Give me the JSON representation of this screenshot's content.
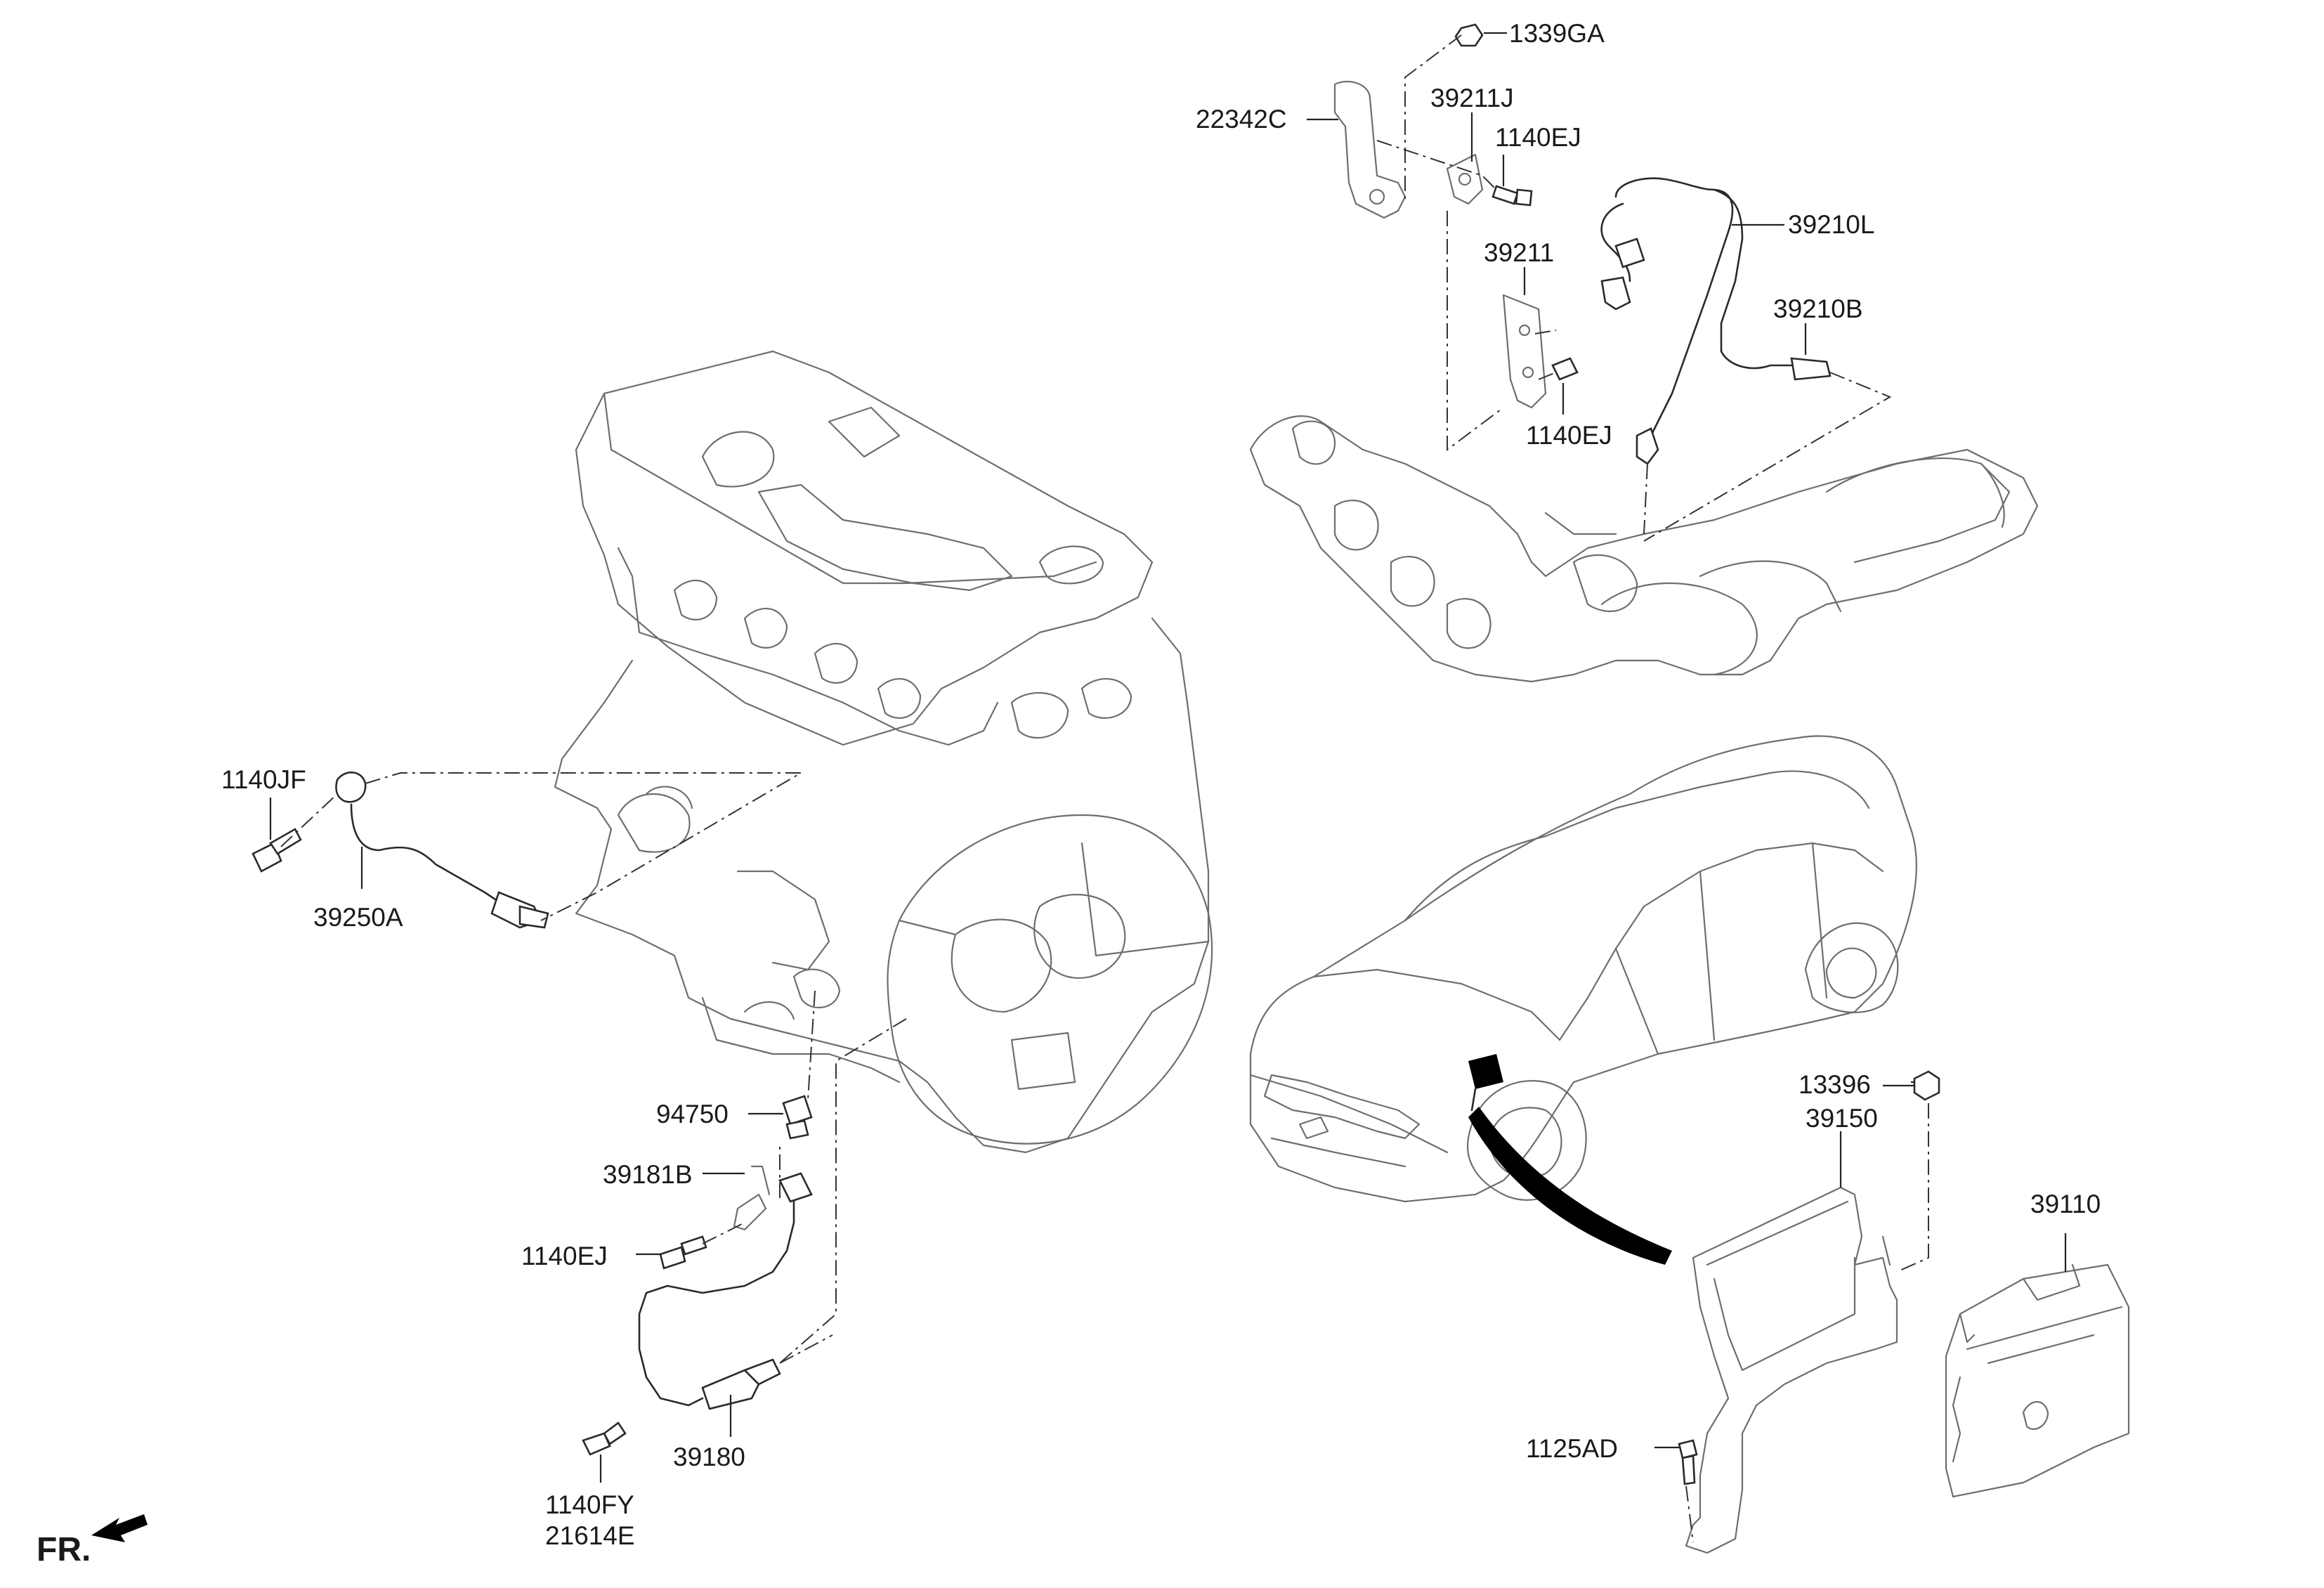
{
  "labels": {
    "p1339GA": "1339GA",
    "p22342C": "22342C",
    "p39211J": "39211J",
    "p1140EJ_a": "1140EJ",
    "p39210L": "39210L",
    "p39211": "39211",
    "p39210B": "39210B",
    "p1140EJ_b": "1140EJ",
    "p1140JF": "1140JF",
    "p39250A": "39250A",
    "p94750": "94750",
    "p39181B": "39181B",
    "p1140EJ_c": "1140EJ",
    "p39180": "39180",
    "p1140FY": "1140FY",
    "p21614E": "21614E",
    "p13396": "13396",
    "p39150": "39150",
    "p39110": "39110",
    "p1125AD": "1125AD"
  },
  "direction": {
    "text": "FR.",
    "icon": "front-direction-arrow-icon"
  }
}
